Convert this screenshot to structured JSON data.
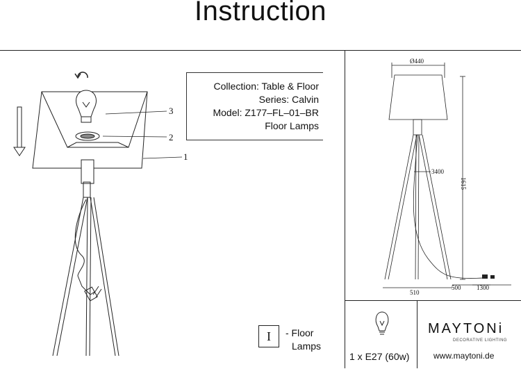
{
  "title": "Instruction",
  "info": {
    "collection": "Collection: Table & Floor",
    "series": "Series: Calvin",
    "model": "Model: Z177–FL–01–BR",
    "category": "Floor Lamps"
  },
  "callouts": {
    "c1": "1",
    "c2": "2",
    "c3": "3"
  },
  "dimensions": {
    "shade_diameter": "Ø440",
    "height": "1615",
    "leg": "3400",
    "base": "510",
    "cable_a": "500",
    "cable_b": "1300"
  },
  "legend": {
    "icon": "floor-lamp-icon",
    "icon_glyph": "I",
    "text_line1": "- Floor",
    "text_line2": "Lamps"
  },
  "bulb": {
    "spec": "1 x E27 (60w)"
  },
  "brand": {
    "name": "MAYTONi",
    "tagline": "DECORATIVE LIGHTING",
    "url": "www.maytoni.de"
  }
}
